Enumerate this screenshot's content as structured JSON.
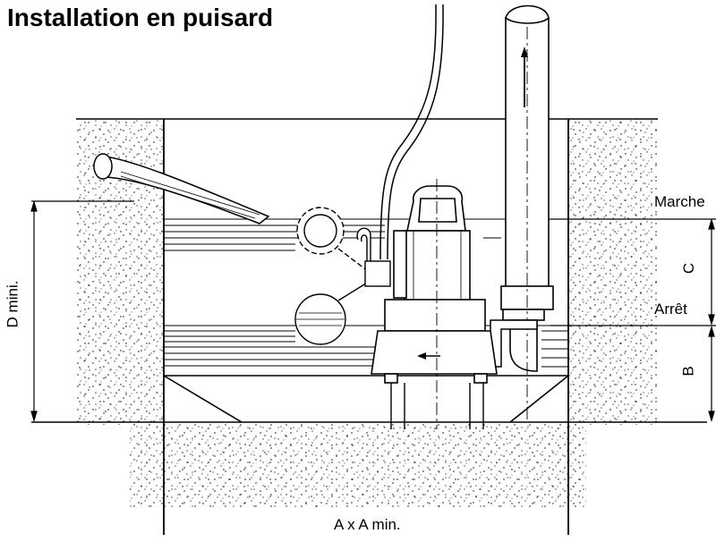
{
  "title": "Installation en puisard",
  "labels": {
    "on": "Marche",
    "off": "Arrêt",
    "dim_c": "C",
    "dim_b": "B",
    "dim_d": "D mini.",
    "dim_a": "A x A min."
  },
  "colors": {
    "ink": "#000000",
    "background": "#ffffff"
  }
}
